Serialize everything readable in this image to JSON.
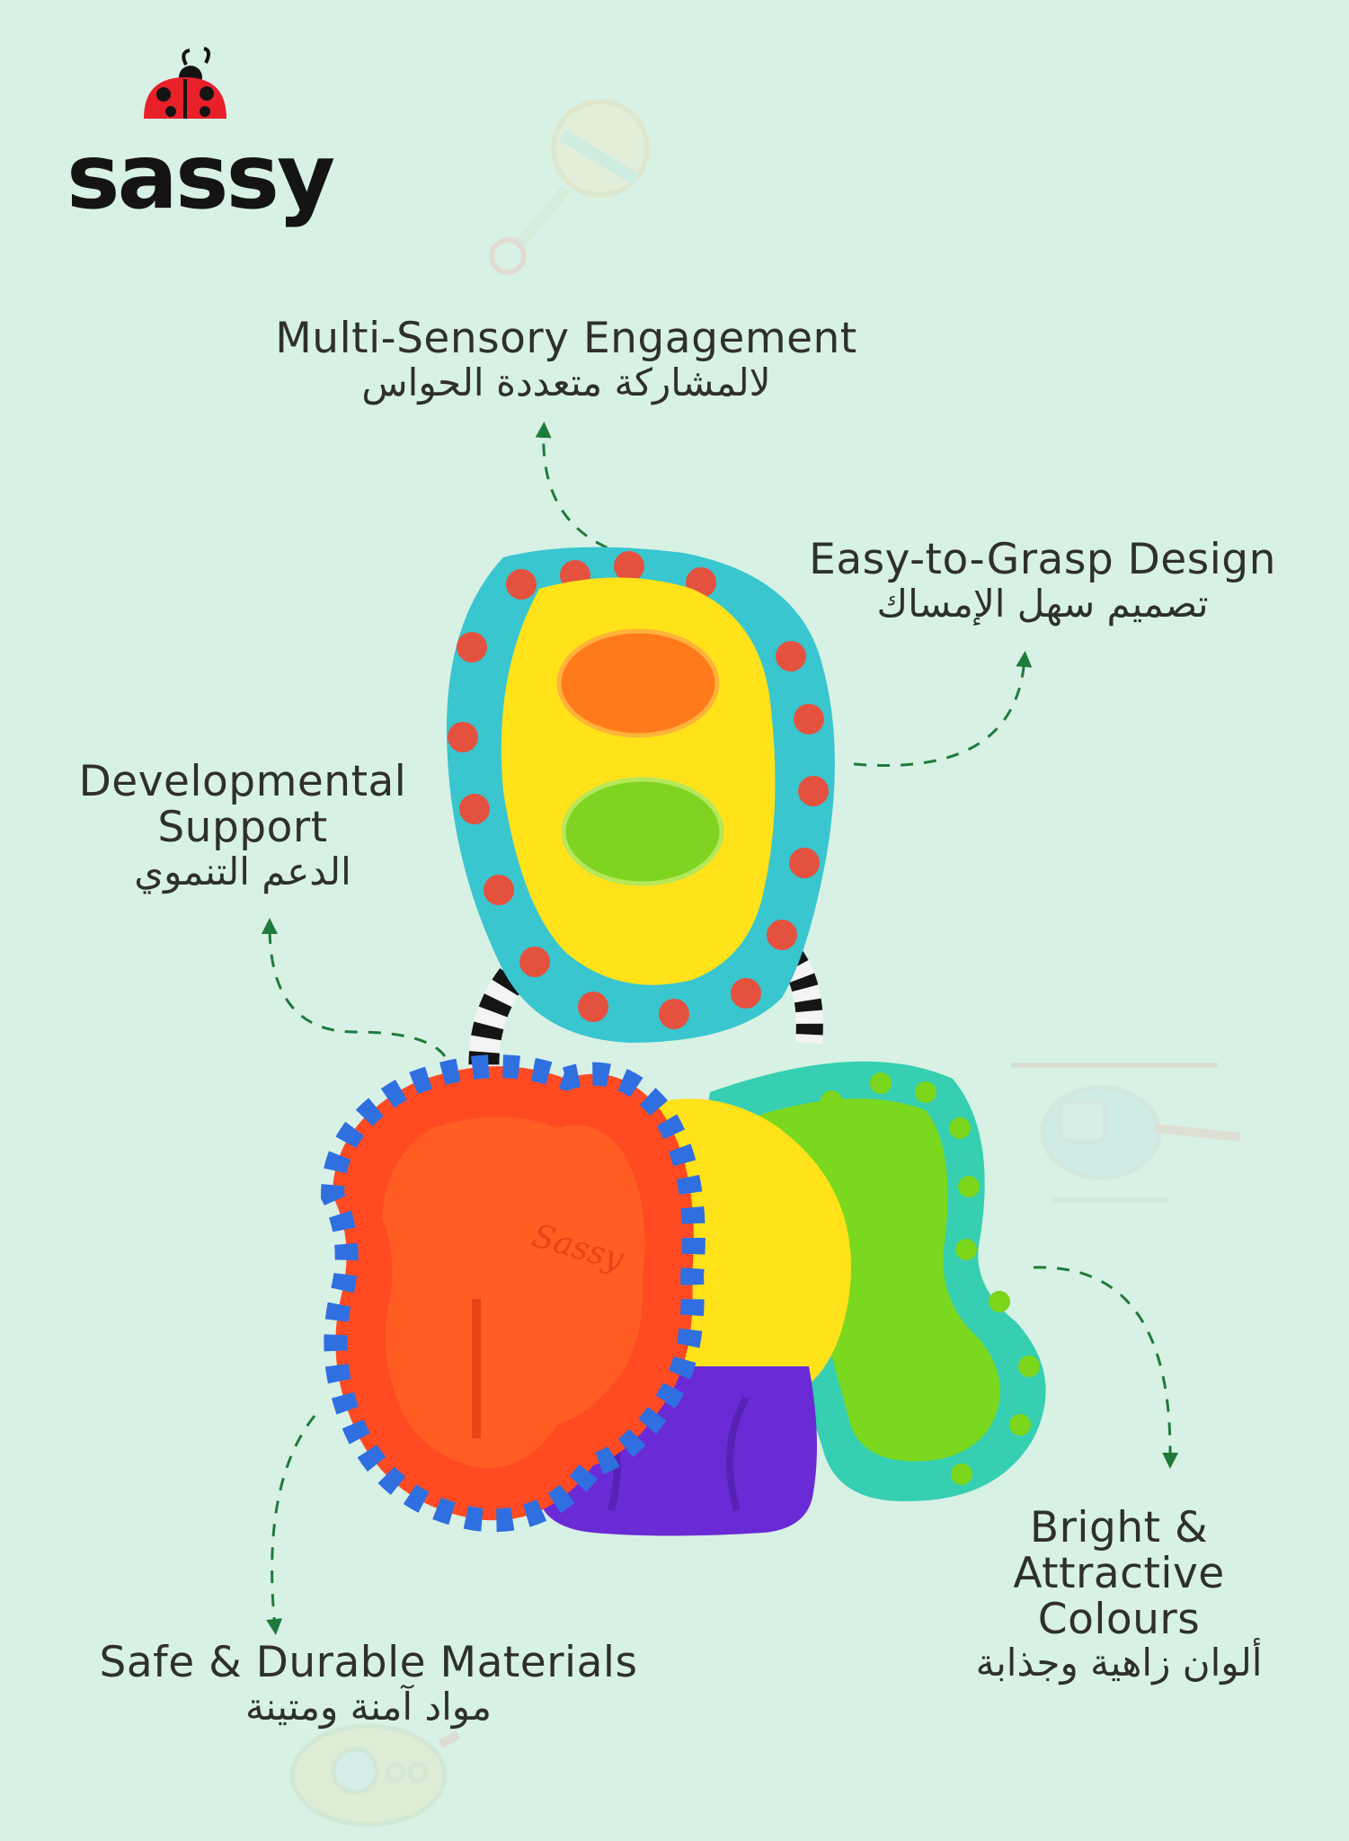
{
  "brand": {
    "name": "sassy",
    "logo_icon": "ladybug-icon",
    "toy_embossed_text": "Sassy"
  },
  "features": [
    {
      "id": "multi-sensory",
      "en": "Multi-Sensory Engagement",
      "ar": "لالمشاركة متعددة الحواس"
    },
    {
      "id": "easy-grasp",
      "en": "Easy-to-Grasp Design",
      "ar": "تصميم سهل الإمساك"
    },
    {
      "id": "developmental",
      "en_lines": [
        "Developmental",
        "Support"
      ],
      "ar": "الدعم التنموي"
    },
    {
      "id": "bright-colours",
      "en_lines": [
        "Bright & Attractive",
        "Colours"
      ],
      "ar": "ألوان زاهية وجذابة"
    },
    {
      "id": "safe-durable",
      "en": "Safe & Durable Materials",
      "ar": "مواد آمنة ومتينة"
    }
  ],
  "colors": {
    "background": "#d8f1e5",
    "arrow": "#1f7a3c",
    "text": "#2e302e",
    "toy_teal": "#39c6cf",
    "toy_yellow": "#ffe21a",
    "toy_orange": "#ff7a1a",
    "toy_green": "#7fd321",
    "toy_red": "#ff4a22",
    "toy_blue": "#2f6fe0",
    "toy_purple": "#6a2bd6",
    "ladybug_red": "#e8202a"
  },
  "decor_icons": [
    "rattle-icon",
    "helicopter-icon",
    "submarine-icon"
  ]
}
